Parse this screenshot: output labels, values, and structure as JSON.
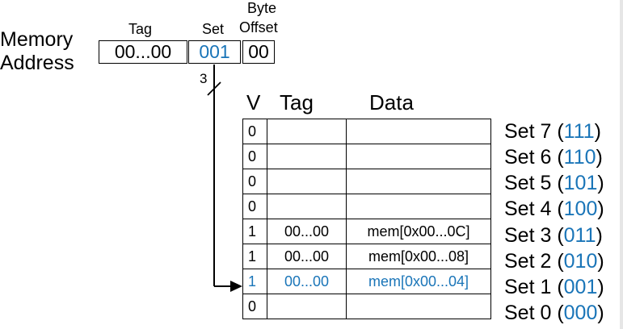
{
  "address": {
    "label_line1": "Memory",
    "label_line2": "Address",
    "fields": [
      {
        "header": "Tag",
        "value": "00...00"
      },
      {
        "header": "Set",
        "value": "001"
      },
      {
        "header_line1": "Byte",
        "header_line2": "Offset",
        "value": "00"
      }
    ],
    "set_bits": "3"
  },
  "table": {
    "headers": {
      "v": "V",
      "tag": "Tag",
      "data": "Data"
    },
    "rows": [
      {
        "v": "0",
        "tag": "",
        "data": "",
        "set": "Set 7",
        "set_num": "111"
      },
      {
        "v": "0",
        "tag": "",
        "data": "",
        "set": "Set 6",
        "set_num": "110"
      },
      {
        "v": "0",
        "tag": "",
        "data": "",
        "set": "Set 5",
        "set_num": "101"
      },
      {
        "v": "0",
        "tag": "",
        "data": "",
        "set": "Set 4",
        "set_num": "100"
      },
      {
        "v": "1",
        "tag": "00...00",
        "data": "mem[0x00...0C]",
        "set": "Set 3",
        "set_num": "011"
      },
      {
        "v": "1",
        "tag": "00...00",
        "data": "mem[0x00...08]",
        "set": "Set 2",
        "set_num": "010"
      },
      {
        "v": "1",
        "tag": "00...00",
        "data": "mem[0x00...04]",
        "set": "Set 1",
        "set_num": "001",
        "highlight": true
      },
      {
        "v": "0",
        "tag": "",
        "data": "",
        "set": "Set 0",
        "set_num": "000"
      }
    ]
  },
  "colors": {
    "accent": "#1a75b8"
  }
}
